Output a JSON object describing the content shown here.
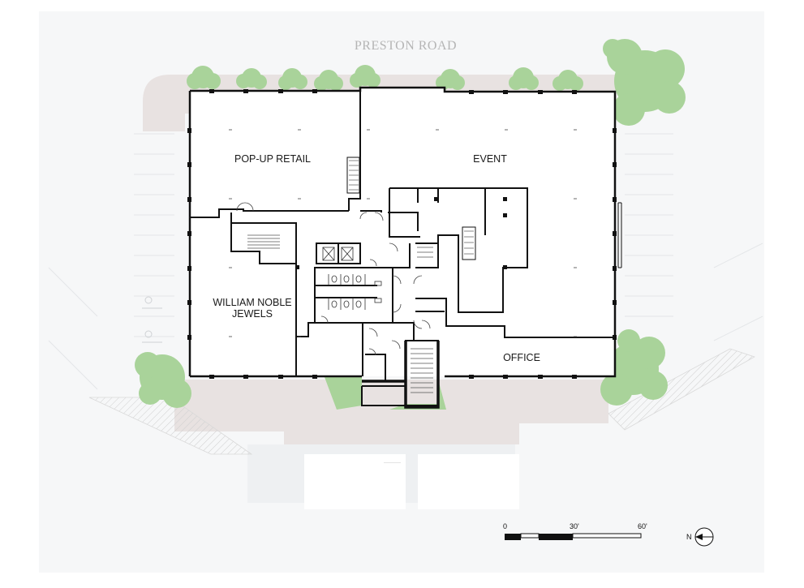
{
  "plan": {
    "road": "PRESTON ROAD",
    "rooms": {
      "popup": "POP-UP RETAIL",
      "event": "EVENT",
      "william_line1": "WILLIAM NOBLE",
      "william_line2": "JEWELS",
      "office": "OFFICE"
    },
    "scale": {
      "zero": "0",
      "mid": "30'",
      "end": "60'"
    },
    "north": "N"
  },
  "colors": {
    "site_bg": "#f6f7f8",
    "paving": "#e8e2e1",
    "planting": "#a9d39a",
    "wall": "#111111",
    "road_text": "#b5b5b5"
  }
}
